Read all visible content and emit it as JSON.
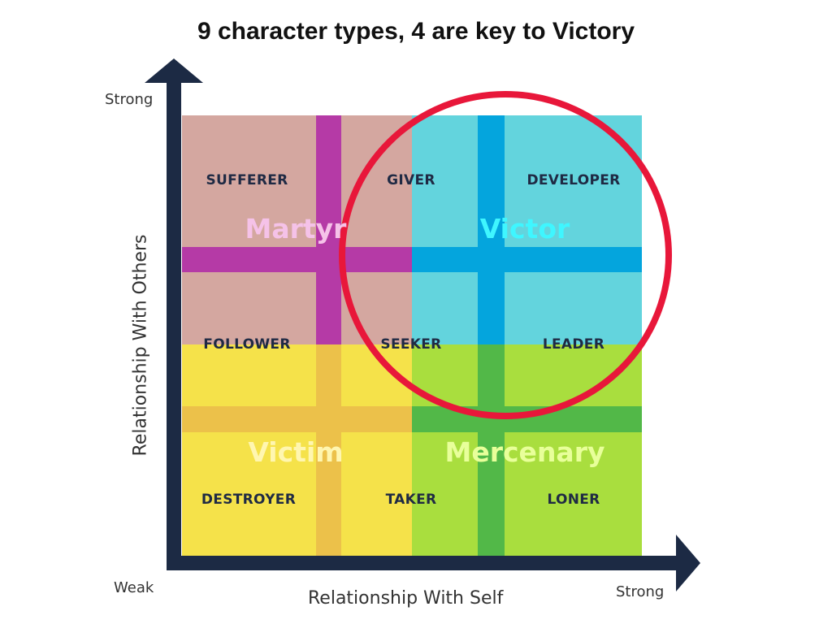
{
  "title": "9 character types, 4 are key to Victory",
  "axes": {
    "y_label": "Relationship With Others",
    "x_label": "Relationship With Self",
    "y_top": "Strong",
    "x_right": "Strong",
    "origin": "Weak"
  },
  "types": {
    "sufferer": "SUFFERER",
    "giver": "GIVER",
    "developer": "DEVELOPER",
    "follower": "FOLLOWER",
    "seeker": "SEEKER",
    "leader": "LEADER",
    "destroyer": "DESTROYER",
    "taker": "TAKER",
    "loner": "LONER"
  },
  "groups": {
    "martyr": "Martyr",
    "victor": "Victor",
    "victim": "Victim",
    "mercenary": "Mercenary"
  },
  "colors": {
    "martyr_fill": "#d4a7a0",
    "martyr_band": "#b53aa6",
    "victor_fill": "#63d4dd",
    "victor_band": "#04a5dd",
    "victim_fill": "#f5e24a",
    "victim_band": "#ecc14a",
    "mercenary_fill": "#a9de3e",
    "mercenary_band": "#52b848",
    "circle": "#e8173a",
    "axis": "#1c2a44"
  }
}
